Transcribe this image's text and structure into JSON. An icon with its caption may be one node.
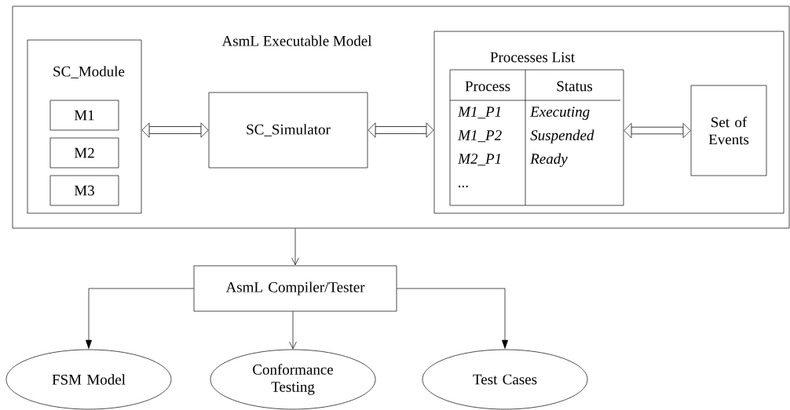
{
  "diagram": {
    "nodes": [
      {
        "text": [
          "AsmL Executable Model"
        ]
      },
      {
        "text": [
          "SC_Module"
        ],
        "in": 0
      },
      {
        "text": [
          "M1"
        ],
        "in": 1
      },
      {
        "text": [
          "M2"
        ],
        "in": 1
      },
      {
        "text": [
          "M3"
        ],
        "in": 1
      },
      {
        "text": [
          "SC_Simulator"
        ],
        "in": 0
      },
      {
        "text": [
          "Processes List"
        ],
        "in": 0
      },
      {
        "text": [
          "Process",
          "Status",
          "M1_P1 M1_P2 M2_P1 ...",
          "Executing Suspended Ready"
        ],
        "in": 6
      },
      {
        "text": [
          "Set of Events"
        ],
        "in": 6
      },
      {
        "text": [
          "AsmL Compiler/Tester"
        ]
      },
      {
        "text": [
          "FSM Model"
        ]
      },
      {
        "text": [
          "Conformance Testing"
        ]
      },
      {
        "text": [
          "Test Cases"
        ]
      }
    ],
    "edges": [
      {
        "from": 1,
        "to": 5,
        "arrow": "both",
        "style": "thick"
      },
      {
        "from": 5,
        "to": 6,
        "arrow": "both",
        "style": "thick"
      },
      {
        "from": 7,
        "to": 8,
        "arrow": "both",
        "style": "thick"
      },
      {
        "from": 0,
        "to": 9,
        "arrow": "to"
      },
      {
        "from": 9,
        "to": 10,
        "arrow": "to"
      },
      {
        "from": 9,
        "to": 11,
        "arrow": "to"
      },
      {
        "from": 9,
        "to": 12,
        "arrow": "to"
      }
    ]
  }
}
